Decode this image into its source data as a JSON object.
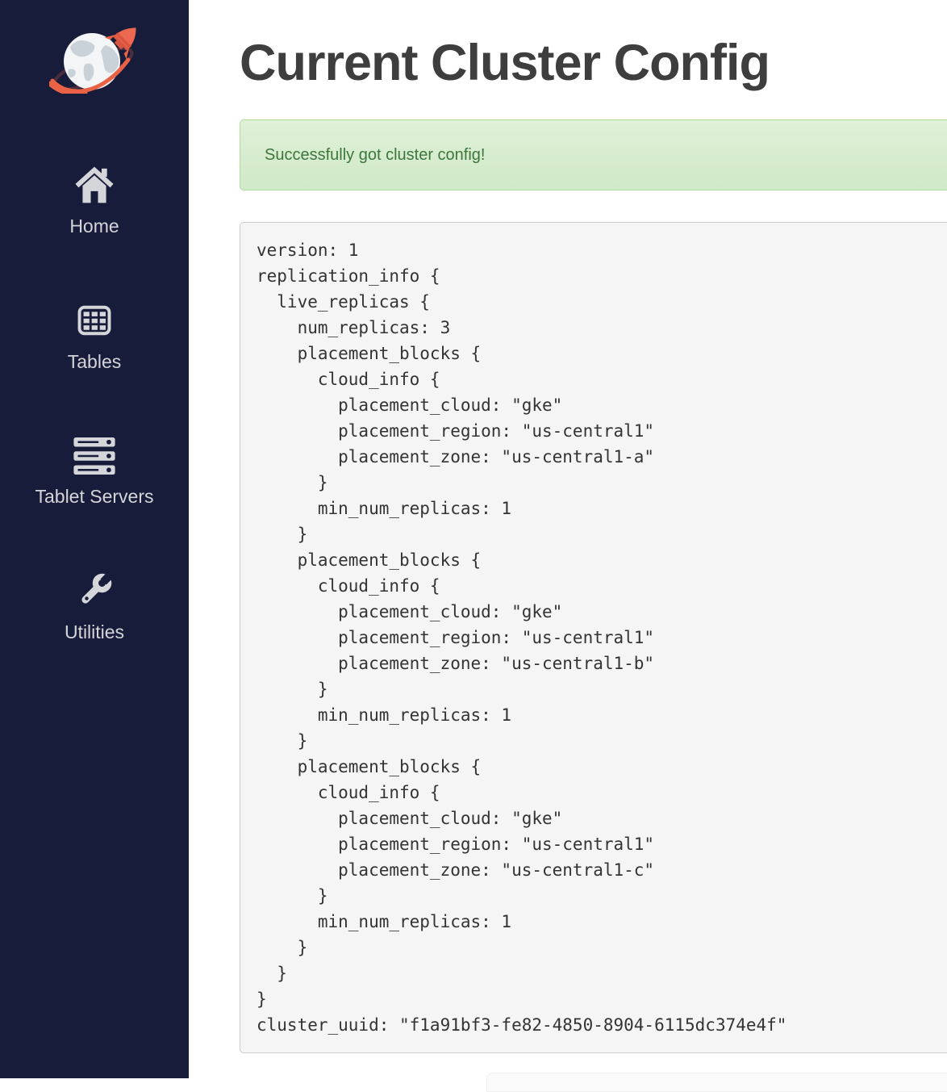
{
  "sidebar": {
    "logo": "planet-rocket-logo",
    "items": [
      {
        "label": "Home",
        "icon": "home-icon"
      },
      {
        "label": "Tables",
        "icon": "tables-icon"
      },
      {
        "label": "Tablet Servers",
        "icon": "tablet-servers-icon"
      },
      {
        "label": "Utilities",
        "icon": "utilities-wrench-icon"
      }
    ]
  },
  "main": {
    "title": "Current Cluster Config",
    "alert": {
      "type": "success",
      "message": "Successfully got cluster config!"
    },
    "config": {
      "text": "version: 1\nreplication_info {\n  live_replicas {\n    num_replicas: 3\n    placement_blocks {\n      cloud_info {\n        placement_cloud: \"gke\"\n        placement_region: \"us-central1\"\n        placement_zone: \"us-central1-a\"\n      }\n      min_num_replicas: 1\n    }\n    placement_blocks {\n      cloud_info {\n        placement_cloud: \"gke\"\n        placement_region: \"us-central1\"\n        placement_zone: \"us-central1-b\"\n      }\n      min_num_replicas: 1\n    }\n    placement_blocks {\n      cloud_info {\n        placement_cloud: \"gke\"\n        placement_region: \"us-central1\"\n        placement_zone: \"us-central1-c\"\n      }\n      min_num_replicas: 1\n    }\n  }\n}\ncluster_uuid: \"f1a91bf3-fe82-4850-8904-6115dc374e4f\"",
      "cluster_uuid": "f1a91bf3-fe82-4850-8904-6115dc374e4f",
      "num_replicas": "3",
      "placement_cloud": "gke",
      "placement_region": "us-central1",
      "placement_zones": [
        "us-central1-a",
        "us-central1-b",
        "us-central1-c"
      ]
    }
  },
  "colors": {
    "sidebar_bg": "#171c3a",
    "sidebar_text": "#d4d5d9",
    "icon_fill": "#d5d6da",
    "logo_accent": "#e96246",
    "title_text": "#3e3e3e",
    "alert_bg_top": "#dff0d8",
    "alert_bg_bottom": "#d0e9c6",
    "alert_border": "#b2dba1",
    "alert_text": "#3c763d",
    "code_bg": "#f5f5f5",
    "code_border": "#cccccc",
    "code_text": "#333333"
  }
}
